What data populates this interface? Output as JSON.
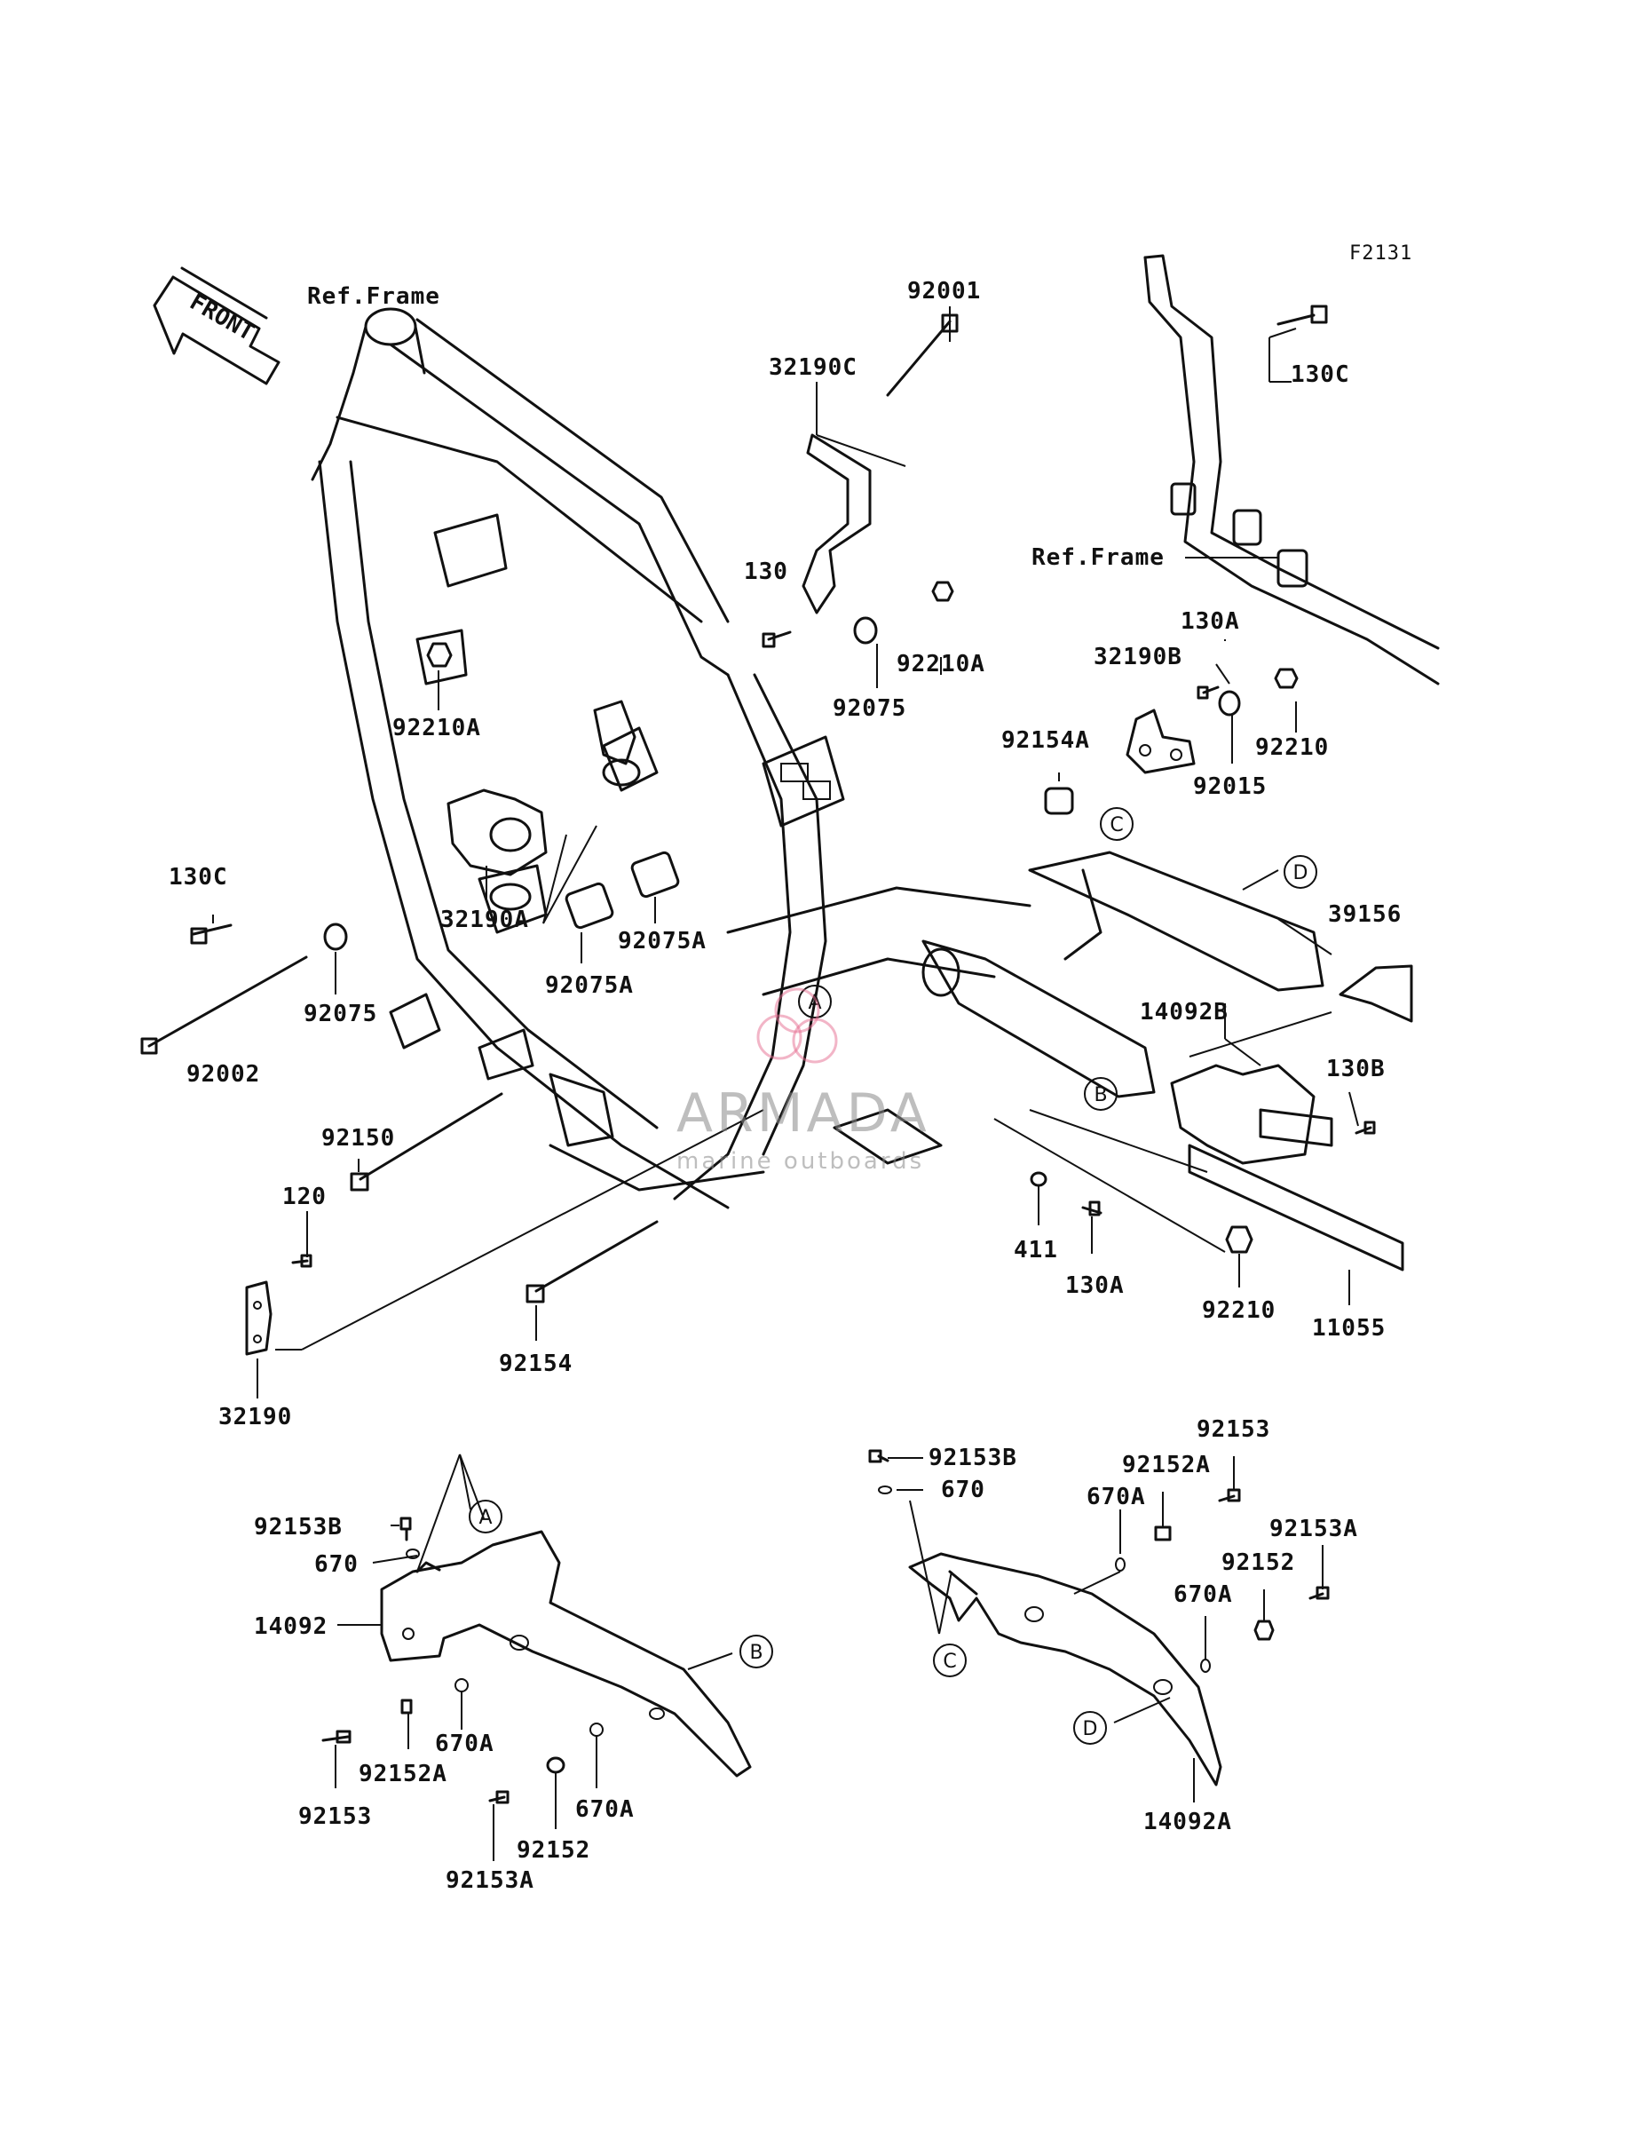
{
  "diagram_code": "F2131",
  "front_label": "FRONT",
  "ref_frame_left": "Ref.Frame",
  "ref_frame_right": "Ref.Frame",
  "watermark": {
    "brand": "ARMADA",
    "tagline": "marine outboards"
  },
  "labels": {
    "p92001": "92001",
    "p32190c": "32190C",
    "p130c_top": "130C",
    "p130": "130",
    "p92210a_mid": "92210A",
    "p92075_top": "92075",
    "p130a_top": "130A",
    "p32190b": "32190B",
    "p92210_right": "92210",
    "p92015": "92015",
    "p92154a": "92154A",
    "p92210a_left": "92210A",
    "p130c_left": "130C",
    "p32190a": "32190A",
    "p92075a_right": "92075A",
    "p92075a_left": "92075A",
    "p92075_left": "92075",
    "p92002": "92002",
    "p39156": "39156",
    "p14092b": "14092B",
    "p130b": "130B",
    "p92150": "92150",
    "p120": "120",
    "p411": "411",
    "p130a_bottom": "130A",
    "p92210_bottom": "92210",
    "p11055": "11055",
    "p92154": "92154",
    "p32190": "32190",
    "p92153b_left": "92153B",
    "p670_left": "670",
    "p14092": "14092",
    "p670a_left": "670A",
    "p92152a_left": "92152A",
    "p92153_left": "92153",
    "p670a_left2": "670A",
    "p92152_left": "92152",
    "p92153a_left": "92153A",
    "p92153b_right": "92153B",
    "p670_right": "670",
    "p92153_right": "92153",
    "p92152a_right": "92152A",
    "p670a_right": "670A",
    "p92153a_right": "92153A",
    "p92152_right": "92152",
    "p670a_right2": "670A",
    "p14092a": "14092A"
  },
  "markers": {
    "a_frame": "A",
    "a_cover": "A",
    "b_frame": "B",
    "b_cover": "B",
    "c_frame": "C",
    "c_cover": "C",
    "d_frame": "D",
    "d_cover": "D"
  }
}
